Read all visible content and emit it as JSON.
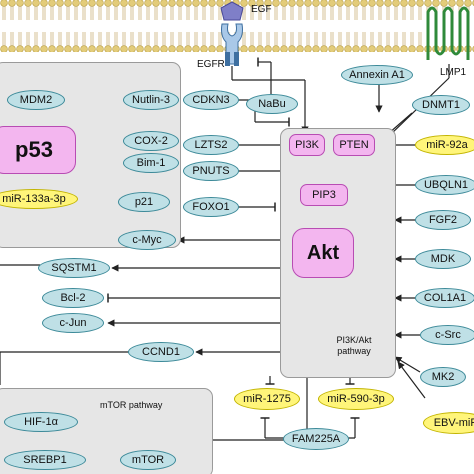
{
  "receptors": {
    "egf": "EGF",
    "egfr": "EGFR",
    "lmp1": "LMP1"
  },
  "panels": {
    "pathway": "PI3K/Akt pathway",
    "mtor_pathway": "mTOR pathway"
  },
  "core": {
    "p53": "p53",
    "pi3k": "PI3K",
    "pten": "PTEN",
    "pip3": "PIP3",
    "akt": "Akt"
  },
  "p53_regulators": {
    "mdm2": "MDM2",
    "nutlin3": "Nutlin-3",
    "cox2": "COX-2",
    "bim1": "Bim-1",
    "mir133": "miR-133a-3p",
    "p21": "p21",
    "cmyc": "c-Myc"
  },
  "middle": {
    "cdkn3": "CDKN3",
    "lzts2": "LZTS2",
    "pnuts": "PNUTS",
    "foxo1": "FOXO1",
    "nabu": "NaBu",
    "annexin": "Annexin A1"
  },
  "right": {
    "dnmt1": "DNMT1",
    "mir92a": "miR-92a",
    "ubqln1": "UBQLN1",
    "fgf2": "FGF2",
    "mdk": "MDK",
    "col1a1": "COL1A1",
    "csrc": "c-Src",
    "mk2": "MK2",
    "ebv": "EBV-miR"
  },
  "left_targets": {
    "sqstm1": "SQSTM1",
    "bcl2": "Bcl-2",
    "cjun": "c-Jun",
    "ccnd1": "CCND1"
  },
  "mtor": {
    "hif1a": "HIF-1α",
    "srebp1": "SREBP1",
    "mtor": "mTOR"
  },
  "bottom": {
    "mir1275": "miR-1275",
    "mir590": "miR-590-3p",
    "fam225a": "FAM225A"
  },
  "colors": {
    "teal_fill": "#bfe0e6",
    "teal_border": "#3d8a99",
    "yellow_fill": "#fff57a",
    "pink_fill": "#f3b6ef",
    "pink_border": "#b84cb3",
    "membrane_head": "#e3cc7a",
    "receptor": "#a9c8e8",
    "ligand": "#7f7fc8",
    "panel_fill": "#e6e6e6"
  }
}
